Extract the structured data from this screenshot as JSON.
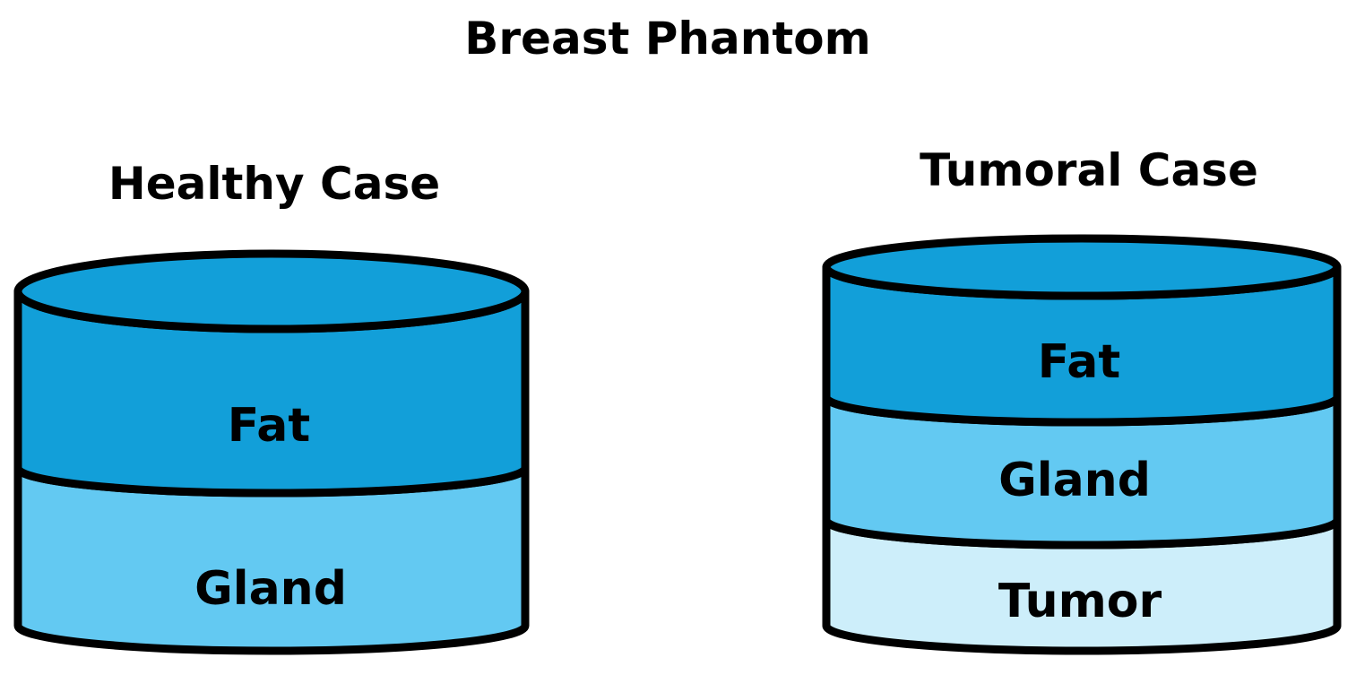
{
  "title": "Breast Phantom",
  "healthy": {
    "heading": "Healthy Case",
    "layers": [
      "Fat",
      "Gland"
    ]
  },
  "tumoral": {
    "heading": "Tumoral Case",
    "layers": [
      "Fat",
      "Gland",
      "Tumor"
    ]
  },
  "colors": {
    "fat": "#129fd9",
    "gland": "#63c9f2",
    "tumor": "#cdeefa",
    "outline": "#000000"
  }
}
